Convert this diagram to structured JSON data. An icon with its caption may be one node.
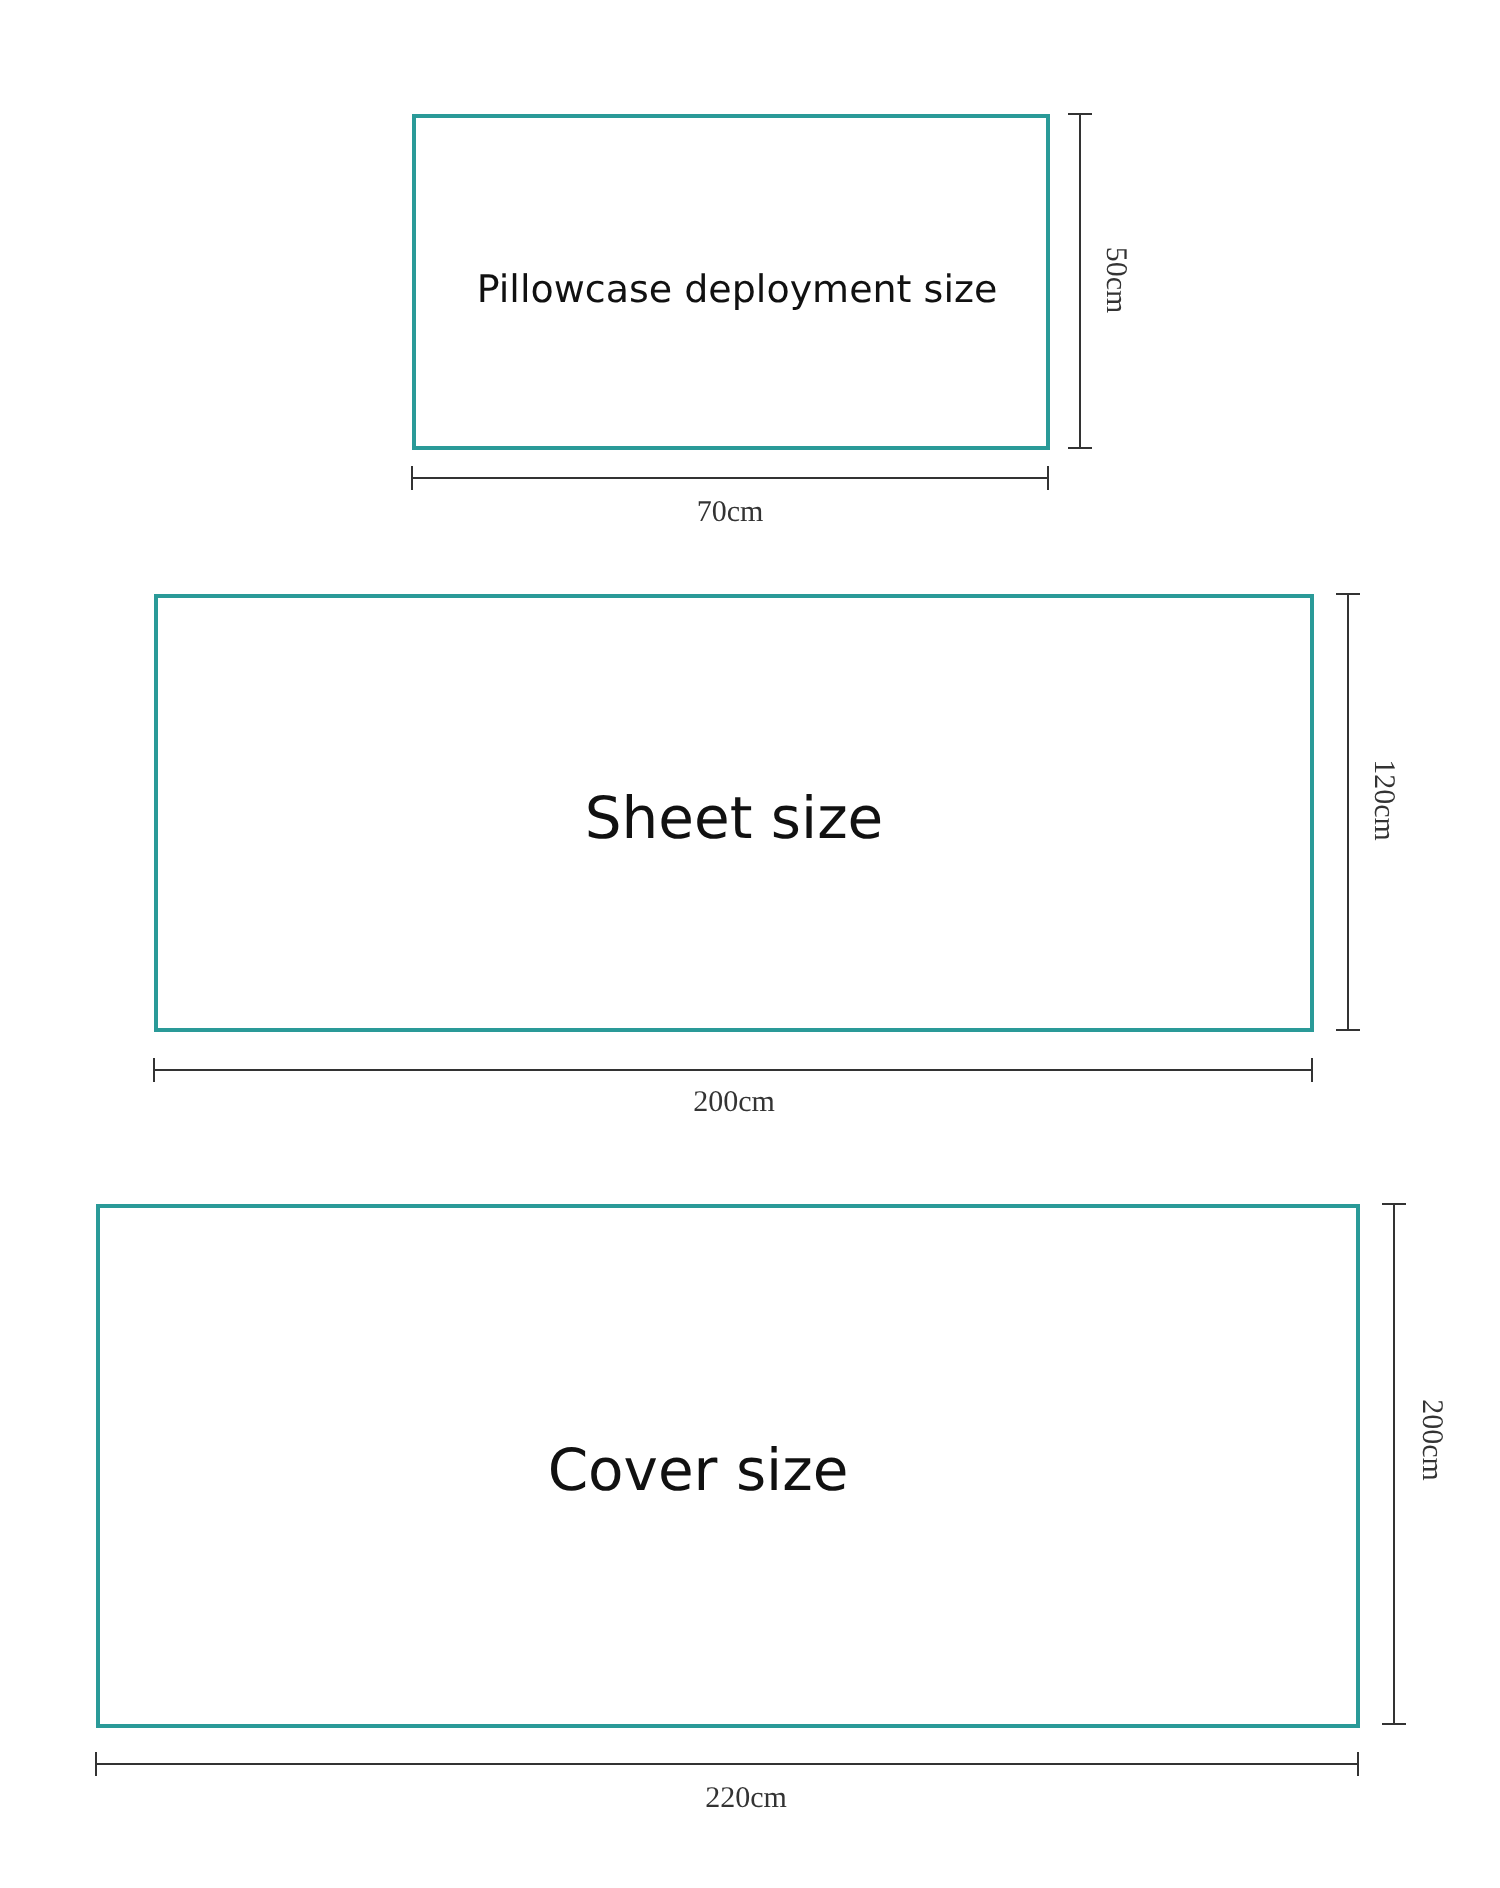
{
  "diagram": {
    "nodes": [
      {
        "text": [
          "Pillowcase deployment size"
        ]
      },
      {
        "text": [
          "Sheet size"
        ]
      },
      {
        "text": [
          "Cover size"
        ]
      }
    ],
    "labels": [
      "50cm",
      "70cm",
      "120cm",
      "200cm",
      "200cm",
      "220cm"
    ]
  }
}
